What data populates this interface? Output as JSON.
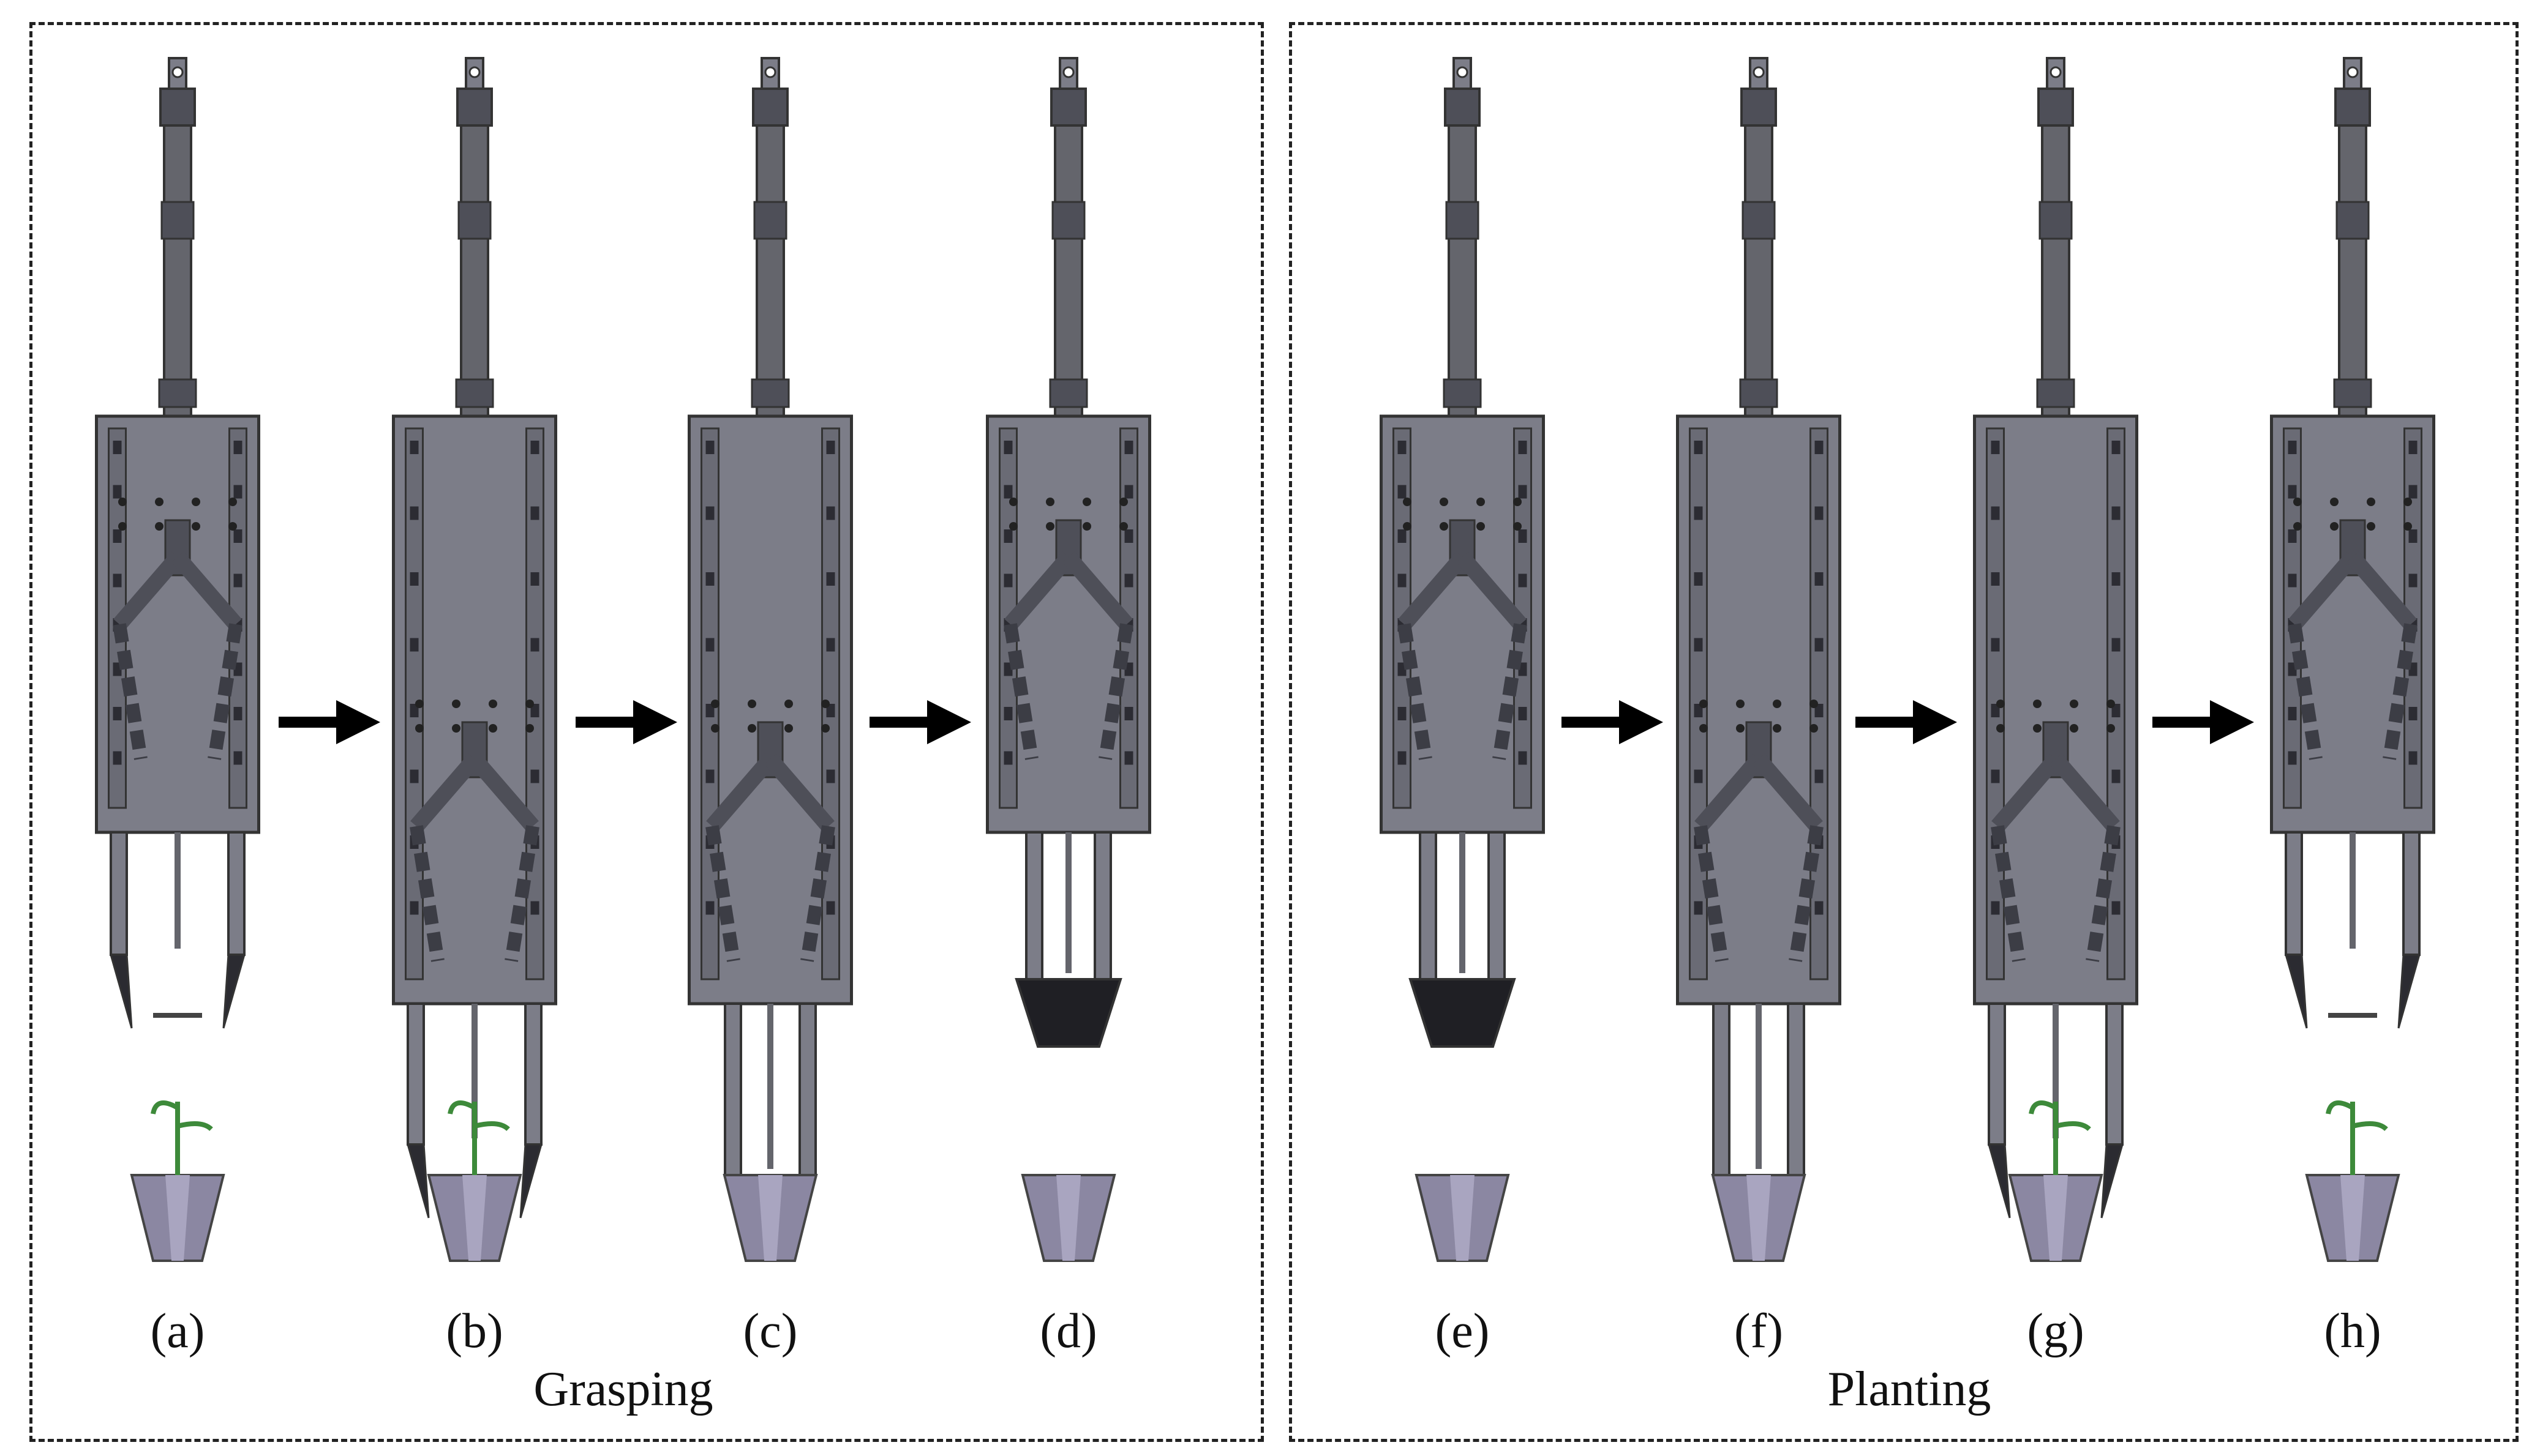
{
  "captions": [
    "(a)",
    "(b)",
    "(c)",
    "(d)",
    "(e)",
    "(f)",
    "(g)",
    "(h)"
  ],
  "sections": {
    "grasping": "Grasping",
    "planting": "Planting"
  },
  "colors": {
    "metal": "#7c7d88",
    "metal_dark": "#4e4f58",
    "rod": "#64656c",
    "pot": "#8b87a2",
    "seedling": "#3d8a3a",
    "arrow": "#000000"
  },
  "icons": {
    "arrow": "right-arrow-icon",
    "seedling": "seedling-icon",
    "pot": "pot-icon",
    "gripper": "gripper-mechanism-icon"
  }
}
